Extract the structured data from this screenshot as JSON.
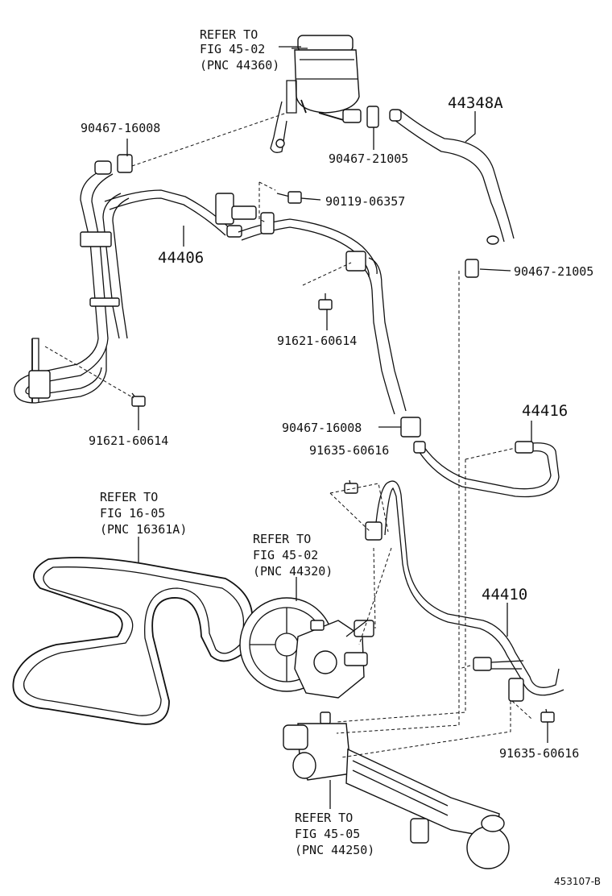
{
  "labels": {
    "refer_reservoir": [
      "REFER TO",
      "FIG 45-02",
      "(PNC 44360)"
    ],
    "refer_belt": [
      "REFER TO",
      "FIG 16-05",
      "(PNC 16361A)"
    ],
    "refer_pump": [
      "REFER TO",
      "FIG 45-02",
      "(PNC 44320)"
    ],
    "refer_gear": [
      "REFER TO",
      "FIG 45-05",
      "(PNC 44250)"
    ],
    "p_90467_16008_a": "90467-16008",
    "p_90467_21005_a": "90467-21005",
    "p_44348A": "44348A",
    "p_90119_06357": "90119-06357",
    "p_44406": "44406",
    "p_90467_21005_b": "90467-21005",
    "p_91621_60614_a": "91621-60614",
    "p_91621_60614_b": "91621-60614",
    "p_90467_16008_b": "90467-16008",
    "p_91635_60616_a": "91635-60616",
    "p_44416": "44416",
    "p_44410": "44410",
    "p_91635_60616_b": "91635-60616",
    "figure_id": "453107-B"
  }
}
